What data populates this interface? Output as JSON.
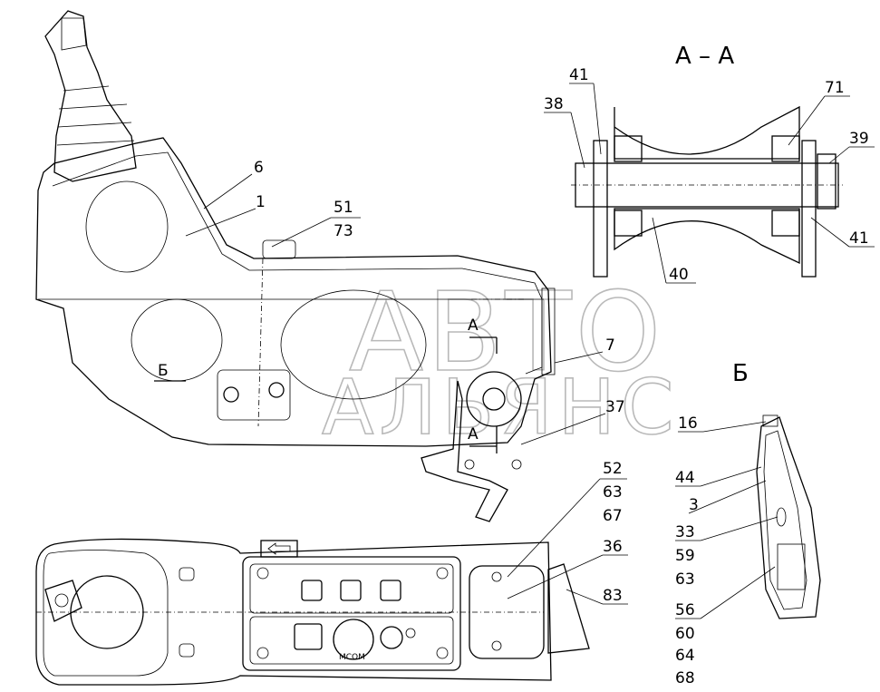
{
  "watermark": {
    "line1": "АВТО",
    "line2": "АЛЬЯНС"
  },
  "sections": {
    "section_aa": "А – А",
    "view_b": "Б",
    "cut_a_top": "А",
    "cut_a_bottom": "А",
    "cut_b": "Б"
  },
  "labels": {
    "l1": "1",
    "l6": "6",
    "l51": "51",
    "l73": "73",
    "l7": "7",
    "l37": "37",
    "l41a": "41",
    "l38": "38",
    "l71": "71",
    "l39": "39",
    "l41b": "41",
    "l40": "40",
    "l16": "16",
    "l44": "44",
    "l3": "3",
    "l33": "33",
    "l59": "59",
    "l63b": "63",
    "l56": "56",
    "l60": "60",
    "l64": "64",
    "l68": "68",
    "l52": "52",
    "l63a": "63",
    "l67": "67",
    "l36": "36",
    "l83": "83"
  },
  "panel_text": {
    "knob_text": "МСОМ"
  }
}
